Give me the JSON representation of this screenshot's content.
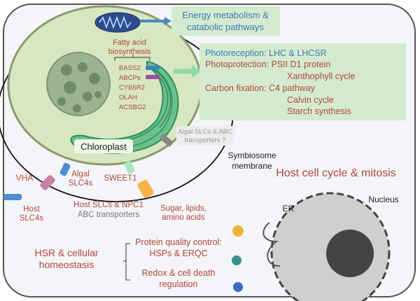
{
  "colors": {
    "red": "#b2473a",
    "blue": "#3d7ab5",
    "green_box": "#d4ebcf",
    "algal_cell": "#d7e7c1",
    "chloroplast": "#4fb07a"
  },
  "energy_box": {
    "line1": "Energy metabolism &",
    "line2": "catabolic pathways"
  },
  "fatty_acid": {
    "line1": "Fatty acid",
    "line2": "biosynthesis"
  },
  "genes": [
    "BASS2",
    "ABCPs",
    "CYB5R2",
    "OLAH",
    "ACSBG2"
  ],
  "photo_box": {
    "photoreception": "Photoreception: LHC & LHCSR",
    "photoprotection": "Photoprotection: PSII D1 protein",
    "xanthophyll": "Xanthophyll cycle",
    "carbon": "Carbon fixation:  C4 pathway",
    "calvin": "Calvin cycle",
    "starch": "Starch synthesis"
  },
  "chloroplast_label": "Chloroplast",
  "algal_transporters": {
    "line1": "Algal SLCs & ABC",
    "line2": "transporters ?"
  },
  "symbiosome": {
    "line1": "Symbiosome",
    "line2": "membrane"
  },
  "host_cycle": "Host cell cycle & mitosis",
  "vha": "VHA",
  "algal_slc4": {
    "line1": "Algal",
    "line2": "SLC4s"
  },
  "sweet1": "SWEET1",
  "host_slc4": {
    "line1": "Host",
    "line2": "SLC4s"
  },
  "host_slcs": {
    "line1": "Host SLCs & NPC1",
    "line2": "ABC transporters"
  },
  "sugar": {
    "line1": "Sugar, lipids,",
    "line2": "amino acids"
  },
  "nucleus": "Nucleus",
  "er": "ER",
  "hsr": {
    "line1": "HSR & cellular",
    "line2": "homeostasis"
  },
  "pqc": {
    "line1": "Protein quality control:",
    "line2": "HSPs & ERQC"
  },
  "redox": {
    "line1": "Redox & cell death",
    "line2": "regulation"
  }
}
